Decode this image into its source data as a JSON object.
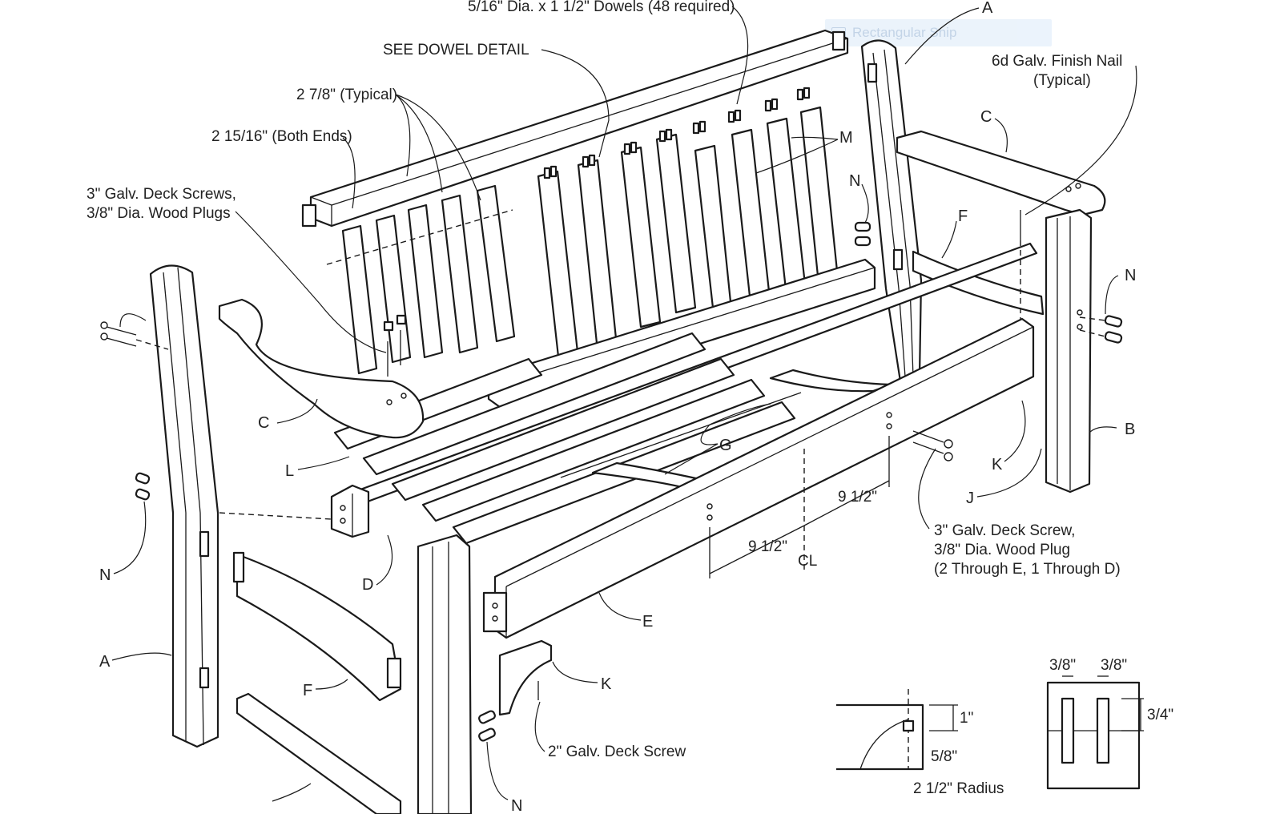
{
  "diagram": {
    "labels": {
      "dowels": "5/16\" Dia. x 1 1/2\" Dowels (48 required)",
      "see_dowel_detail": "SEE DOWEL DETAIL",
      "typical_278": "2 7/8\" (Typical)",
      "both_ends": "2 15/16\" (Both Ends)",
      "deck_screws_1": "3\" Galv. Deck Screws,",
      "deck_screws_2": "3/8\" Dia. Wood Plugs",
      "finish_nail_1": "6d Galv. Finish Nail",
      "finish_nail_2": "(Typical)",
      "deck_screw_plug_1": "3\" Galv. Deck Screw,",
      "deck_screw_plug_2": "3/8\" Dia. Wood Plug",
      "deck_screw_plug_3": "(2 Through E, 1 Through D)",
      "deck_screw_2in": "2\" Galv. Deck Screw",
      "dim_912_a": "9 1/2\"",
      "dim_912_b": "9 1/2\"",
      "radius": "2 1/2\" Radius",
      "dim_1in": "1\"",
      "dim_58": "5/8\"",
      "dim_38_a": "3/8\"",
      "dim_38_b": "3/8\"",
      "dim_34": "3/4\""
    },
    "parts": {
      "A_top": "A",
      "A_left": "A",
      "B": "B",
      "C_left": "C",
      "C_right": "C",
      "D": "D",
      "E": "E",
      "F_left": "F",
      "F_right": "F",
      "G": "G",
      "J": "J",
      "K_right": "K",
      "K_bottom": "K",
      "L": "L",
      "M": "M",
      "N_left": "N",
      "N_top": "N",
      "N_right": "N",
      "N_bottom": "N"
    },
    "centerline": "CL"
  },
  "overlay": {
    "label": "Rectangular Snip"
  }
}
